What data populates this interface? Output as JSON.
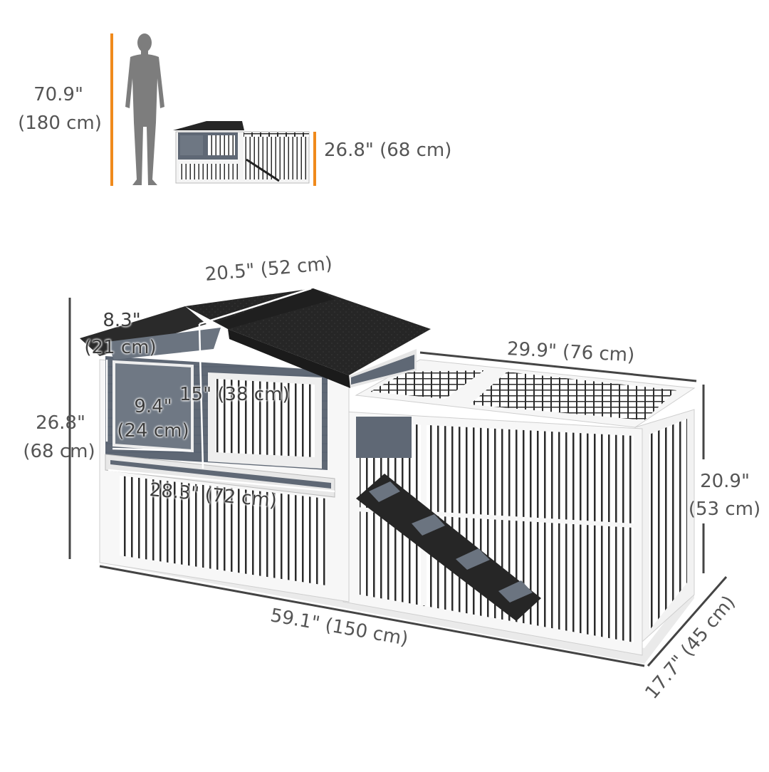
{
  "colors": {
    "accent_orange": "#f08a1c",
    "dimension_line": "#444444",
    "roof": "#2a2a2a",
    "panel_gray": "#5d6673",
    "frame_white": "#f7f7f7",
    "mesh": "#2b2b2b",
    "person": "#7d7d7d"
  },
  "scale": {
    "person_height": {
      "in": "70.9\"",
      "cm": "(180 cm)"
    },
    "hutch_height": "26.8\" (68 cm)"
  },
  "dimensions": {
    "roof_width": "20.5\" (52 cm)",
    "roof_eave": {
      "in": "8.3\"",
      "cm": "(21 cm)"
    },
    "overall_height": {
      "in": "26.8\"",
      "cm": "(68 cm)"
    },
    "door_width": {
      "in": "9.4\"",
      "cm": "(24 cm)"
    },
    "upper_height": "15\" (38 cm)",
    "house_width": "28.3\" (72 cm)",
    "run_length": "29.9\" (76 cm)",
    "run_height": {
      "in": "20.9\"",
      "cm": "(53 cm)"
    },
    "total_length": "59.1\" (150 cm)",
    "depth": "17.7\" (45 cm)"
  }
}
